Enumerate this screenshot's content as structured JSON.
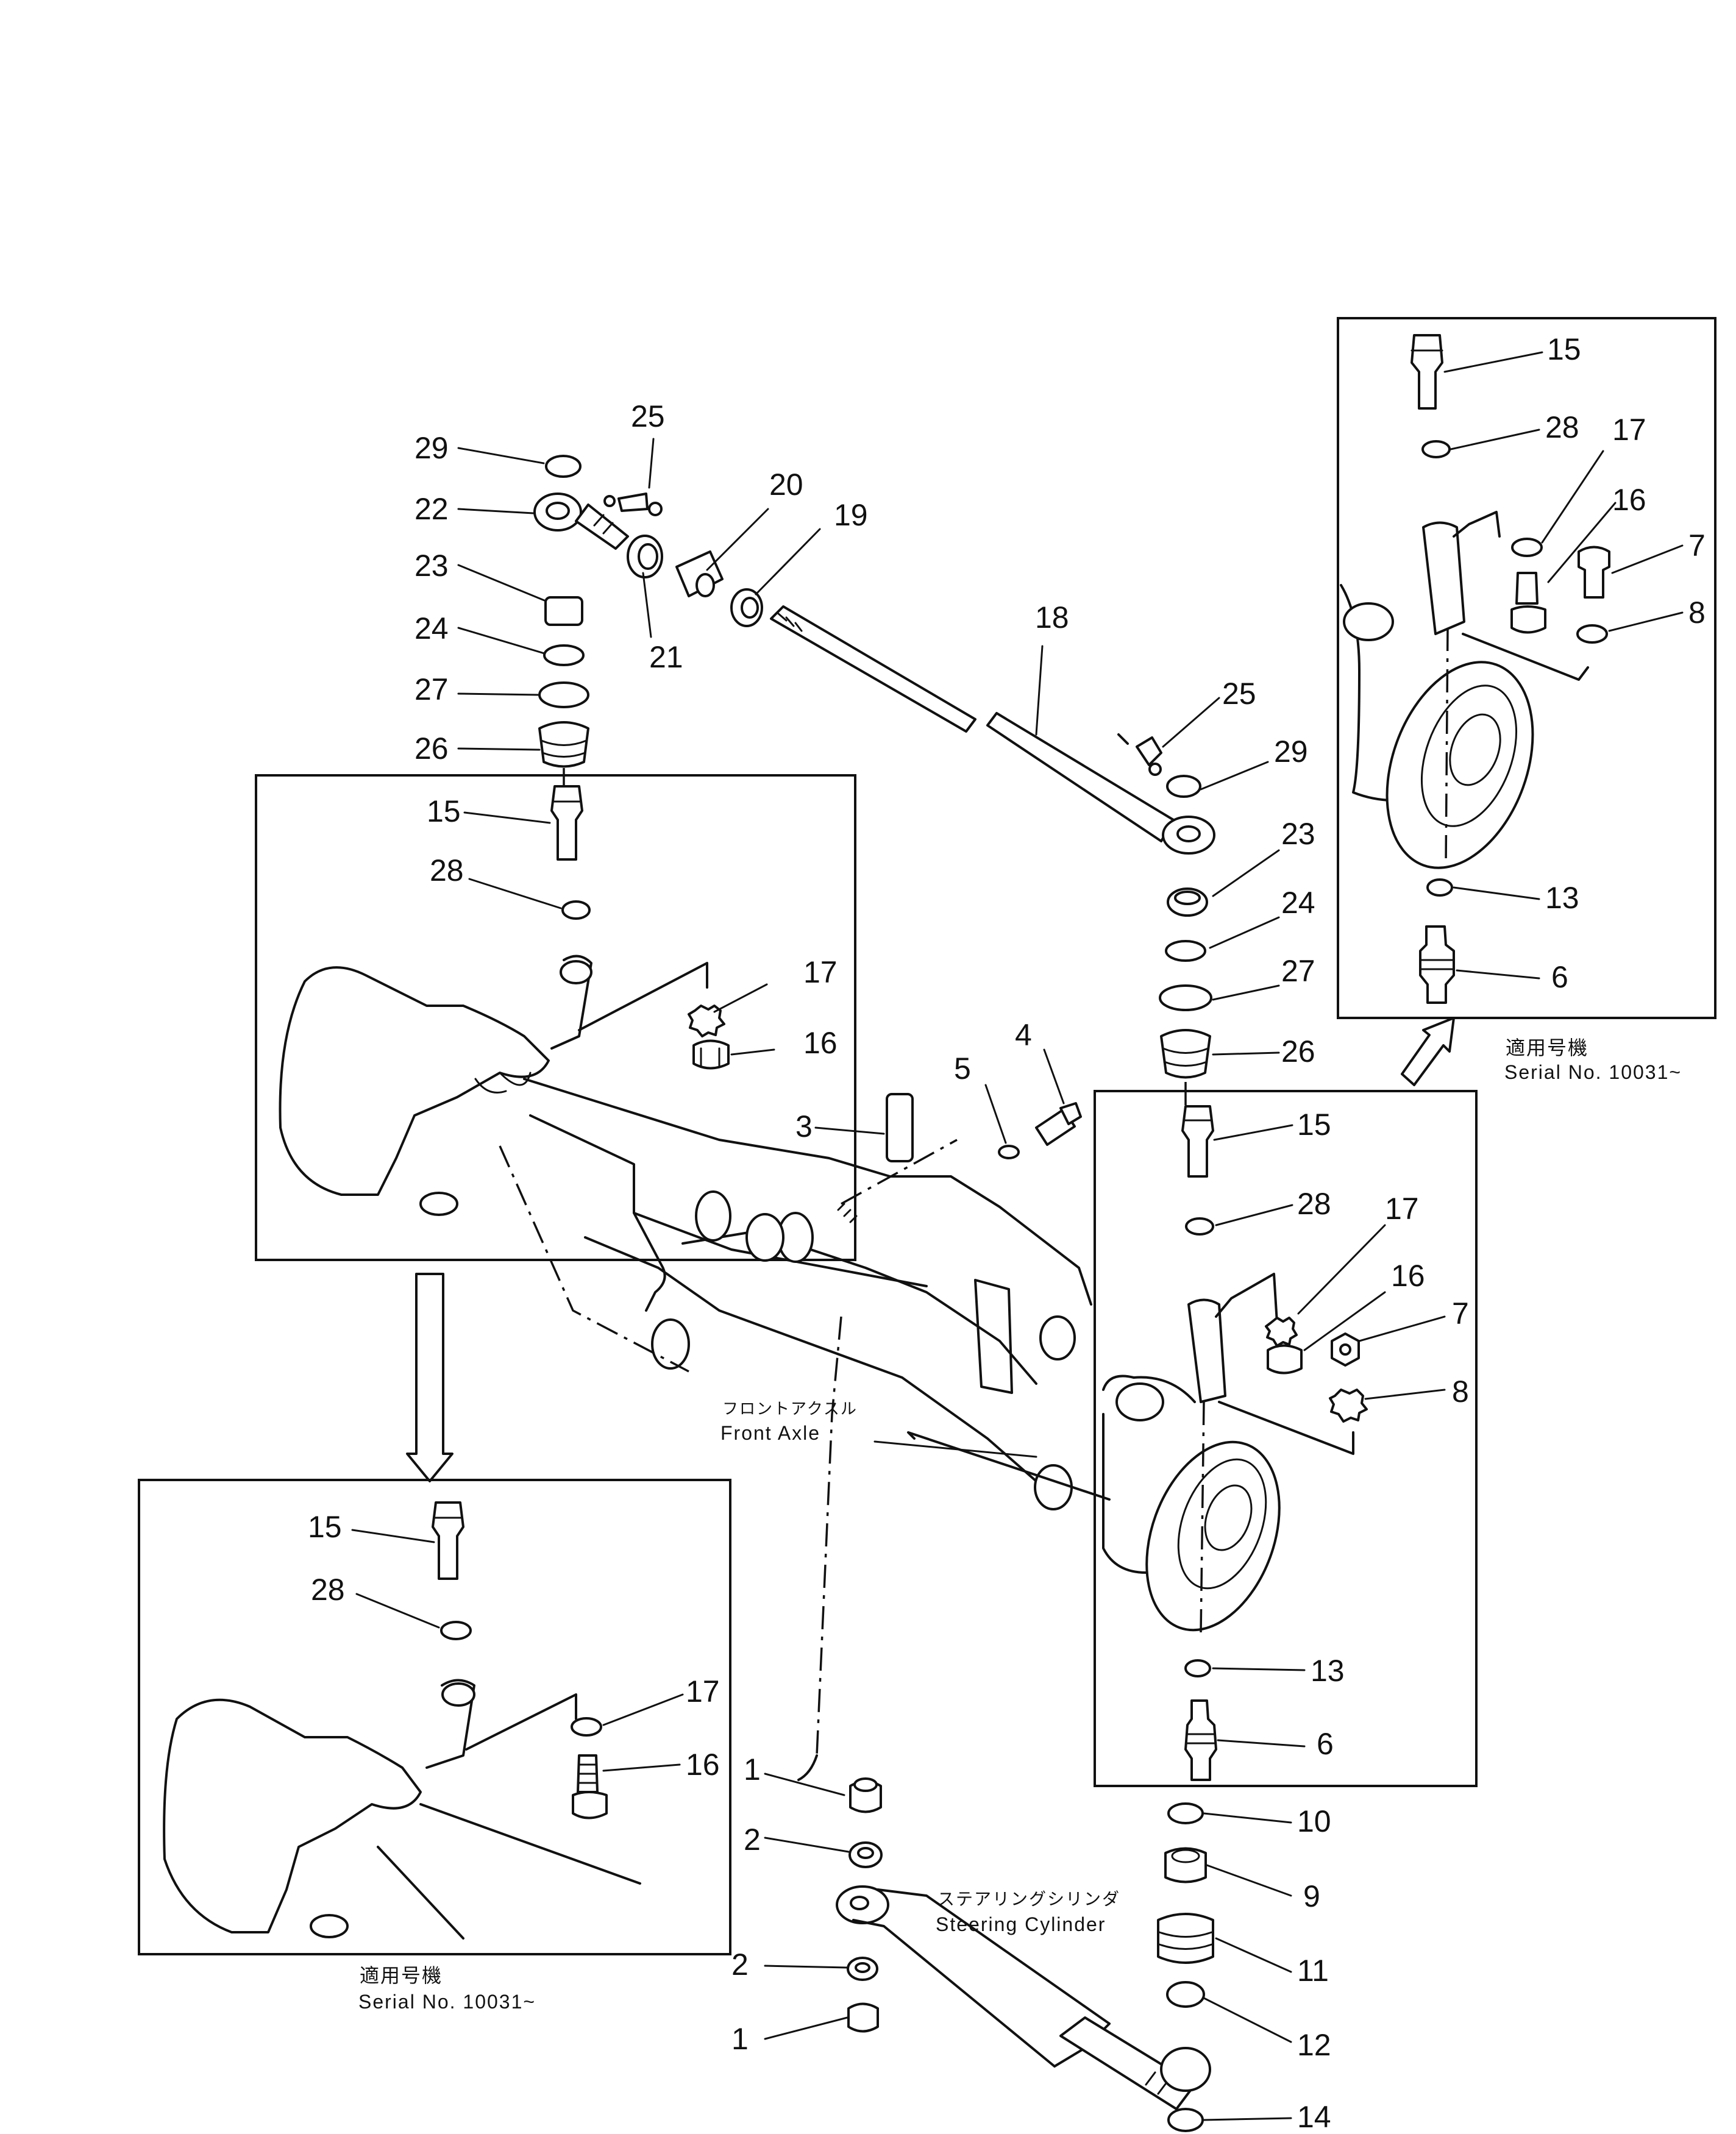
{
  "labels": {
    "front_axle_jp": "フロントアクスル",
    "front_axle_en": "Front  Axle",
    "steering_cylinder_jp": "ステアリングシリンダ",
    "steering_cylinder_en": "Steering  Cylinder",
    "serial_jp": "適用号機",
    "serial_en": "Serial  No.  10031~"
  },
  "callouts": {
    "top": [
      "29",
      "25",
      "22",
      "23",
      "24",
      "27",
      "26",
      "20",
      "21",
      "19",
      "18",
      "25",
      "29",
      "23",
      "24",
      "27",
      "26"
    ],
    "left_box": [
      "15",
      "28",
      "17",
      "16"
    ],
    "center": [
      "3",
      "5",
      "4"
    ],
    "right_box": [
      "15",
      "28",
      "17",
      "16",
      "7",
      "8",
      "13",
      "6"
    ],
    "top_right_box": [
      "15",
      "28",
      "17",
      "16",
      "7",
      "8",
      "13",
      "6"
    ],
    "bottom_left_box": [
      "15",
      "28",
      "17",
      "16"
    ],
    "bottom": [
      "1",
      "2",
      "2",
      "1",
      "10",
      "9",
      "11",
      "12",
      "14"
    ]
  }
}
